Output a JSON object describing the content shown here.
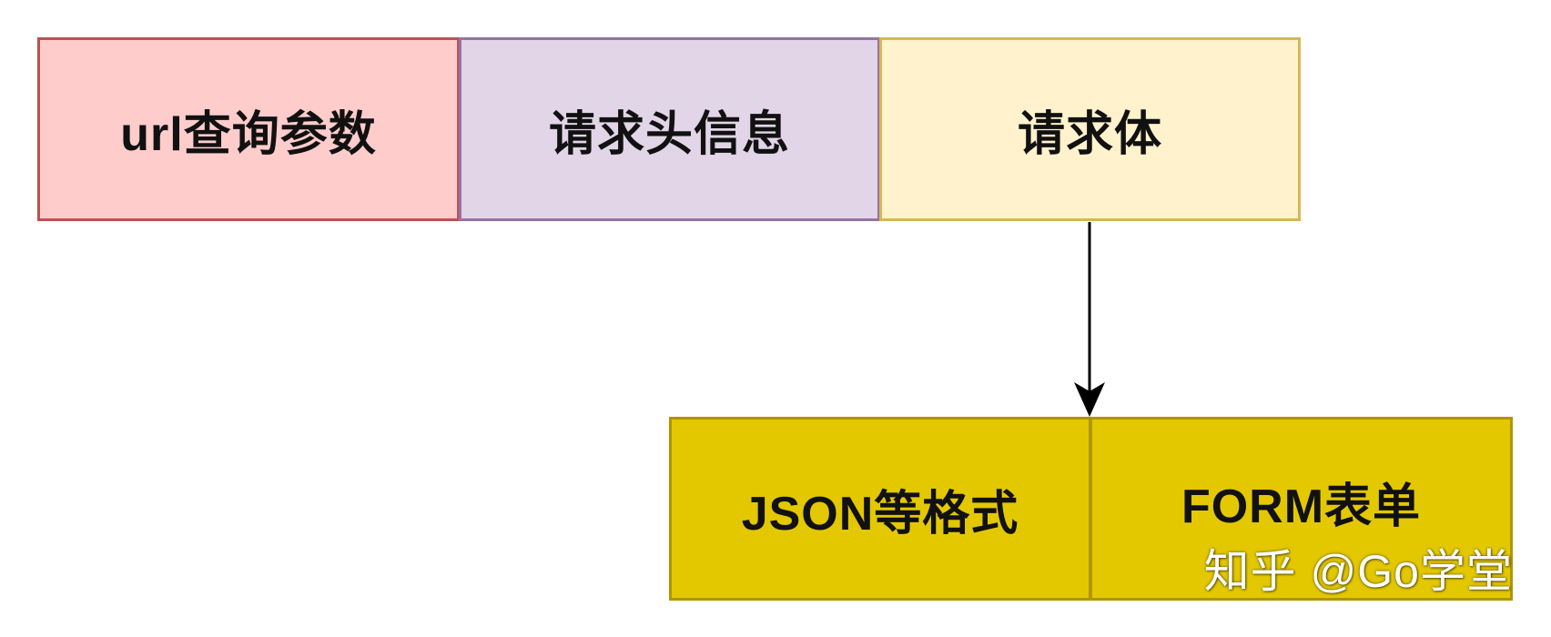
{
  "diagram": {
    "top_row": [
      {
        "label": "url查询参数",
        "fill": "#ffcccc",
        "stroke": "#b85450"
      },
      {
        "label": "请求头信息",
        "fill": "#e1d5e7",
        "stroke": "#9673a6"
      },
      {
        "label": "请求体",
        "fill": "#fff2cc",
        "stroke": "#d6b656"
      }
    ],
    "bottom_row": [
      {
        "label": "JSON等格式",
        "fill": "#e3c800",
        "stroke": "#b09500"
      },
      {
        "label": "FORM表单",
        "fill": "#e3c800",
        "stroke": "#b09500"
      }
    ],
    "edges": [
      {
        "from": "请求体",
        "to": "bottom_row"
      }
    ]
  },
  "watermark": "知乎 @Go学堂"
}
